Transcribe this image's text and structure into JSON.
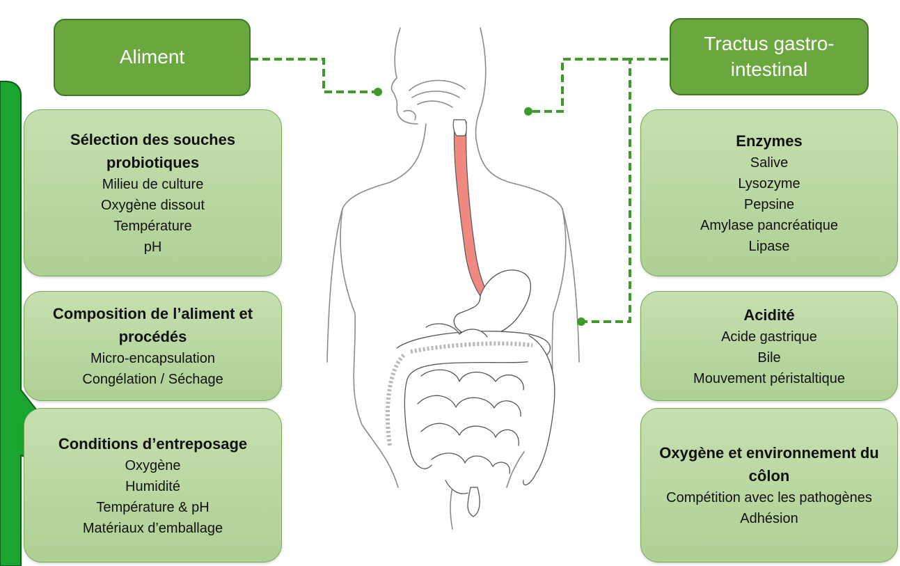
{
  "left_header": "Aliment",
  "right_header": "Tractus gastro-intestinal",
  "left_boxes": [
    {
      "title": "Sélection des souches probiotiques",
      "items": [
        "Milieu de culture",
        "Oxygène dissout",
        "Température",
        "pH"
      ]
    },
    {
      "title": "Composition de l’aliment et procédés",
      "items": [
        "Micro-encapsulation",
        "Congélation / Séchage"
      ]
    },
    {
      "title": "Conditions d’entreposage",
      "items": [
        "Oxygène",
        "Humidité",
        "Température & pH",
        "Matériaux d’emballage"
      ]
    }
  ],
  "right_boxes": [
    {
      "title": "Enzymes",
      "items": [
        "Salive",
        "Lysozyme",
        "Pepsine",
        "Amylase pancréatique",
        "Lipase"
      ]
    },
    {
      "title": "Acidité",
      "items": [
        "Acide gastrique",
        "Bile",
        "Mouvement péristaltique"
      ]
    },
    {
      "title": "Oxygène et environnement du côlon",
      "items": [
        "Compétition avec les pathogènes",
        "Adhésion"
      ]
    }
  ],
  "colors": {
    "header_fill": "#6aa73f",
    "box_fill": "#b9d7a0",
    "connector": "#3e9a2b",
    "esophagus": "#f08a80",
    "callout": "#1aa531"
  }
}
